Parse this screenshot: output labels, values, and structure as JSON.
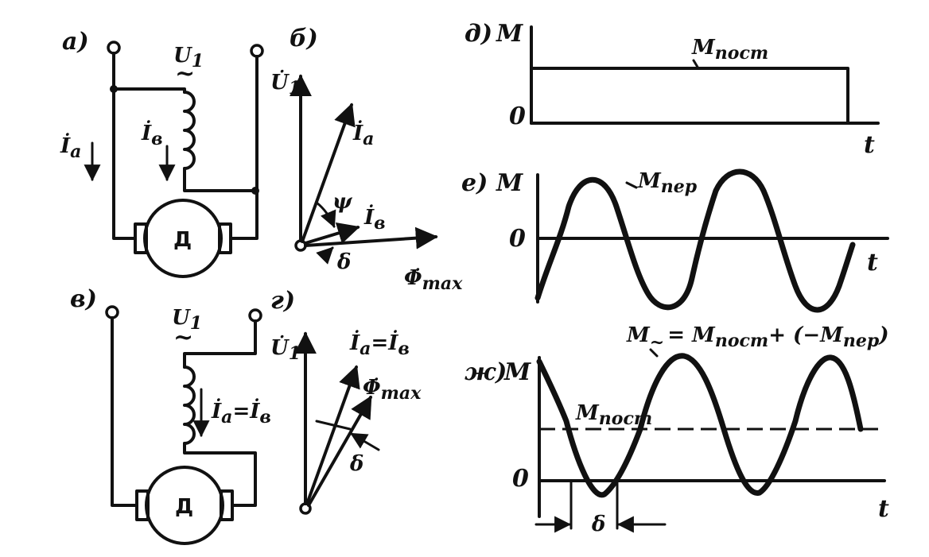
{
  "labels": {
    "a": "а)",
    "b": "б)",
    "v": "в)",
    "g": "г)",
    "d": "д)",
    "e": "е)",
    "zh": "ж)"
  },
  "circuit_a": {
    "voltage": "U",
    "voltage_sub": "1",
    "tilde": "~",
    "current_total": "İ",
    "current_total_sub": "а",
    "current_field": "İ",
    "current_field_sub": "в",
    "motor": "Д"
  },
  "phasor_b": {
    "u1": "U̇",
    "u1_sub": "1",
    "ia": "İ",
    "ia_sub": "а",
    "ib": "İ",
    "ib_sub": "в",
    "psi": "ψ",
    "delta": "δ",
    "phi": "Φ̇",
    "phi_sub": "max"
  },
  "circuit_v": {
    "voltage": "U",
    "voltage_sub": "1",
    "tilde": "~",
    "current": "İ",
    "current_sub": "а",
    "eq": "=",
    "current2": "İ",
    "current2_sub": "в",
    "motor": "Д"
  },
  "phasor_g": {
    "u1": "U̇",
    "u1_sub": "1",
    "ia": "İ",
    "ia_sub": "а",
    "eq": "=",
    "ib": "İ",
    "ib_sub": "в",
    "phi": "Φ̇",
    "phi_sub": "max",
    "delta": "δ"
  },
  "graph_d": {
    "ylabel": "M",
    "xlabel": "t",
    "zero": "0",
    "curve": "M",
    "curve_sub": "пост"
  },
  "graph_e": {
    "ylabel": "M",
    "xlabel": "t",
    "zero": "0",
    "curve": "M",
    "curve_sub": "пер"
  },
  "graph_zh": {
    "ylabel": "M",
    "xlabel": "t",
    "zero": "0",
    "formula_m": "M",
    "formula_tilde": "~",
    "formula_rest": "= M",
    "formula_sub1": "пост",
    "formula_plus": "+ (−M",
    "formula_sub2": "пер",
    "formula_close": ")",
    "level": "M",
    "level_sub": "пост",
    "delta": "δ"
  }
}
